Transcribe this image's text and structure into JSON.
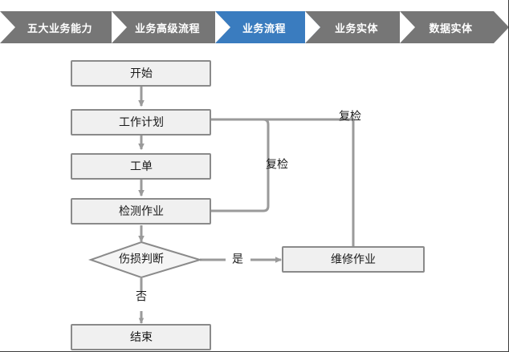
{
  "breadcrumb": {
    "active_color": "#3a7cbf",
    "inactive_color": "#767676",
    "items": [
      {
        "label": "五大业务能力",
        "active": false
      },
      {
        "label": "业务高级流程",
        "active": false
      },
      {
        "label": "业务流程",
        "active": true
      },
      {
        "label": "业务实体",
        "active": false
      },
      {
        "label": "数据实体",
        "active": false
      }
    ]
  },
  "flowchart": {
    "type": "flowchart",
    "node_fill": "#f0f0f0",
    "node_stroke": "#8a8a8a",
    "line_color": "#9a9a9a",
    "nodes": [
      {
        "id": "start",
        "label": "开始",
        "shape": "rect"
      },
      {
        "id": "work_plan",
        "label": "工作计划",
        "shape": "rect"
      },
      {
        "id": "work_order",
        "label": "工单",
        "shape": "rect"
      },
      {
        "id": "inspection",
        "label": "检测作业",
        "shape": "rect"
      },
      {
        "id": "decision",
        "label": "伤损判断",
        "shape": "diamond"
      },
      {
        "id": "repair",
        "label": "维修作业",
        "shape": "rect"
      },
      {
        "id": "end",
        "label": "结束",
        "shape": "rect"
      }
    ],
    "edges": [
      {
        "from": "start",
        "to": "work_plan",
        "label": ""
      },
      {
        "from": "work_plan",
        "to": "work_order",
        "label": ""
      },
      {
        "from": "work_order",
        "to": "inspection",
        "label": ""
      },
      {
        "from": "inspection",
        "to": "decision",
        "label": ""
      },
      {
        "from": "decision",
        "to": "repair",
        "label": "是"
      },
      {
        "from": "decision",
        "to": "end",
        "label": "否"
      },
      {
        "from": "inspection",
        "to": "work_plan",
        "label": "复检"
      },
      {
        "from": "repair",
        "to": "work_plan",
        "label": "复检"
      }
    ],
    "labels": {
      "yes": "是",
      "no": "否",
      "recheck_inner": "复检",
      "recheck_outer": "复检"
    }
  }
}
